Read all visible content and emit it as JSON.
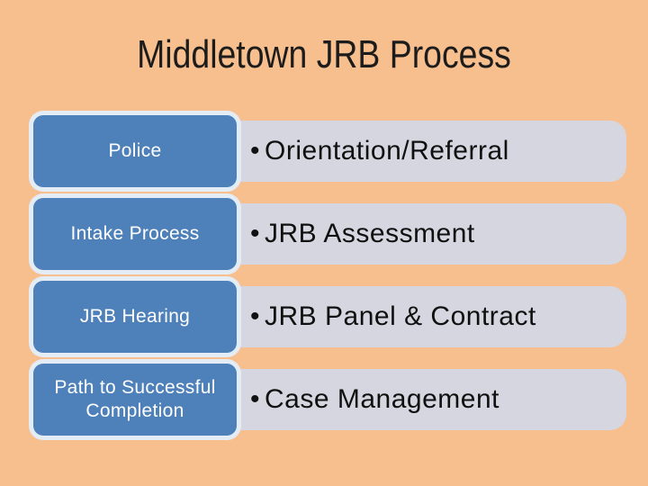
{
  "slide": {
    "title": "Middletown JRB Process",
    "bullet": "•",
    "rows": [
      {
        "stage": "Police",
        "detail": "Orientation/Referral"
      },
      {
        "stage": "Intake Process",
        "detail": "JRB Assessment"
      },
      {
        "stage": "JRB Hearing",
        "detail": "JRB Panel & Contract"
      },
      {
        "stage": "Path to Successful Completion",
        "detail": "Case Management"
      }
    ],
    "colors": {
      "background": "#F8BF8E",
      "stage_box_fill": "#4E80BA",
      "stage_box_border": "#FFFFFF",
      "detail_bar_fill": "#D5D6DF",
      "title_text": "#1C1C1C",
      "detail_text": "#101010",
      "stage_text": "#FFFFFF"
    }
  }
}
